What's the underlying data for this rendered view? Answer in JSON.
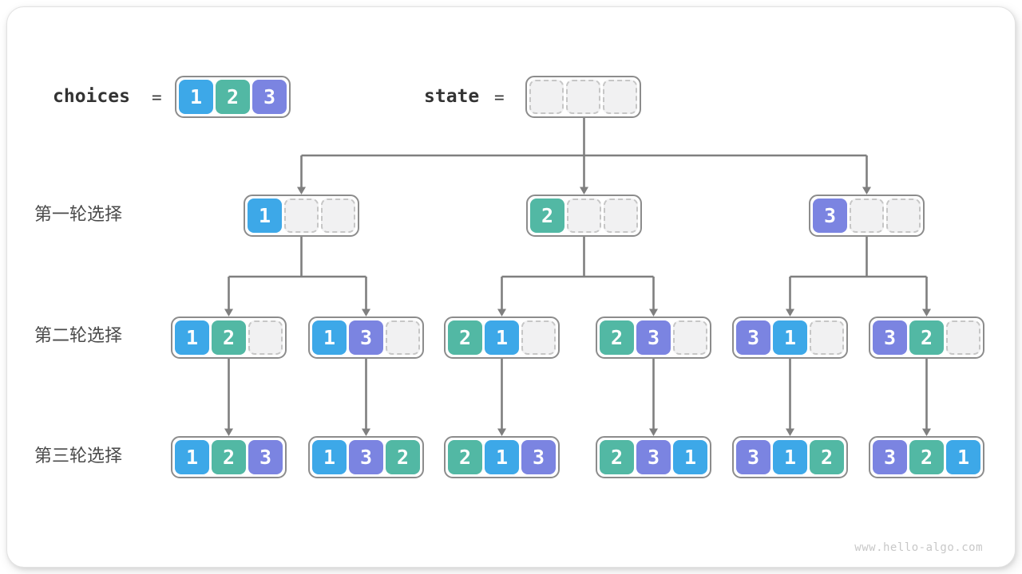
{
  "meta": {
    "watermark": "www.hello-algo.com"
  },
  "palette": {
    "1": "#3da8e8",
    "2": "#52b8a4",
    "3": "#7b84e1",
    "arrow": "#7f7f7f"
  },
  "variables": {
    "choices": {
      "name": "choices",
      "eq": "=",
      "cells": [
        "1",
        "2",
        "3"
      ]
    },
    "state": {
      "name": "state",
      "eq": "=",
      "cells": [
        "",
        "",
        ""
      ]
    }
  },
  "rows": [
    {
      "label": "第一轮选择",
      "nodes": [
        [
          "1",
          "",
          ""
        ],
        [
          "2",
          "",
          ""
        ],
        [
          "3",
          "",
          ""
        ]
      ]
    },
    {
      "label": "第二轮选择",
      "nodes": [
        [
          "1",
          "2",
          ""
        ],
        [
          "1",
          "3",
          ""
        ],
        [
          "2",
          "1",
          ""
        ],
        [
          "2",
          "3",
          ""
        ],
        [
          "3",
          "1",
          ""
        ],
        [
          "3",
          "2",
          ""
        ]
      ]
    },
    {
      "label": "第三轮选择",
      "nodes": [
        [
          "1",
          "2",
          "3"
        ],
        [
          "1",
          "3",
          "2"
        ],
        [
          "2",
          "1",
          "3"
        ],
        [
          "2",
          "3",
          "1"
        ],
        [
          "3",
          "1",
          "2"
        ],
        [
          "3",
          "2",
          "1"
        ]
      ]
    }
  ]
}
